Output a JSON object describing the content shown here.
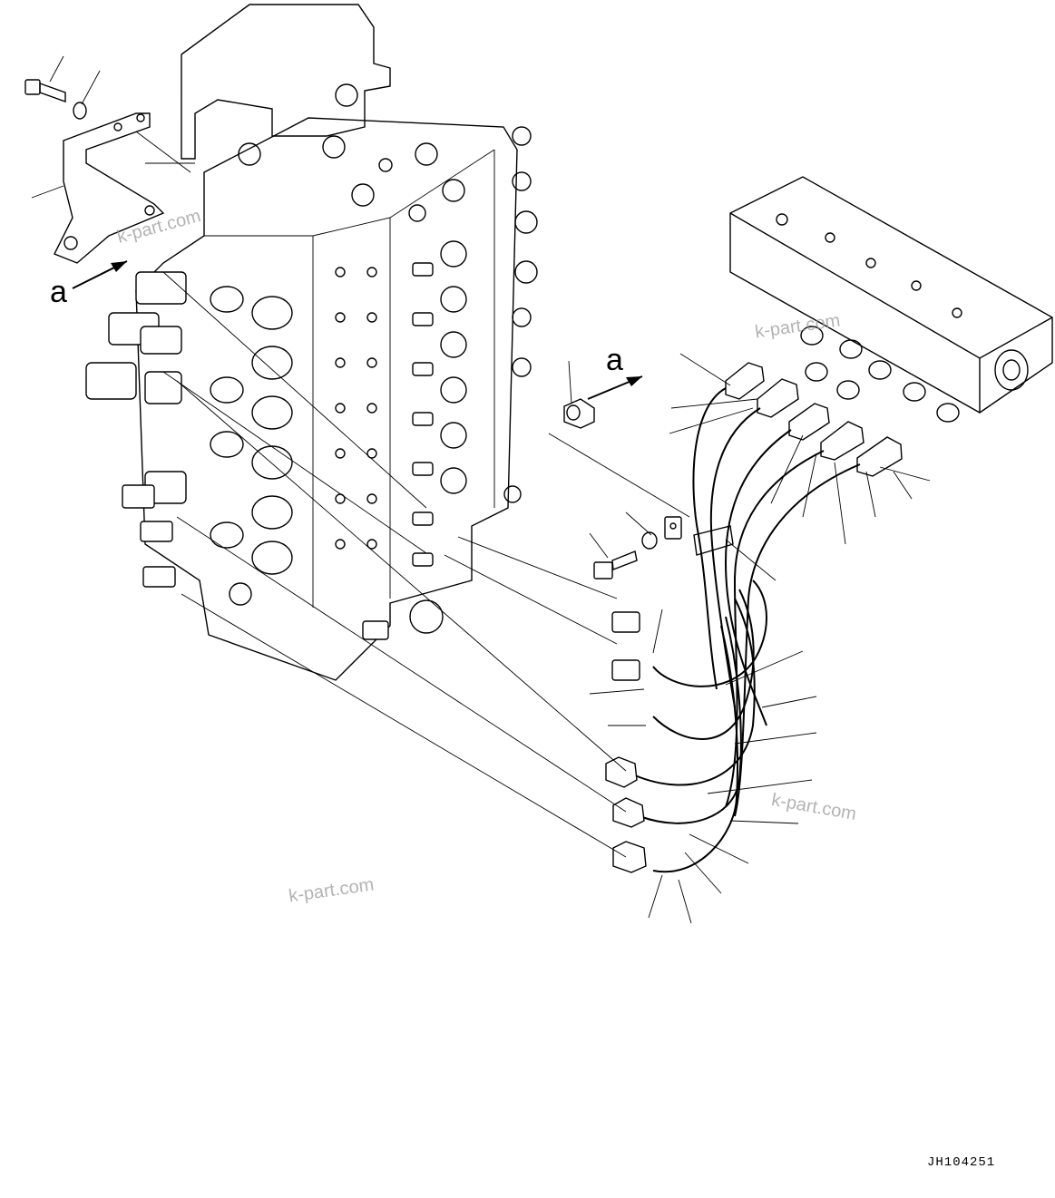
{
  "labels": {
    "view_arrow_left": "a",
    "view_arrow_right": "a"
  },
  "watermark": {
    "text": "k-part.com"
  },
  "drawing_code": "JH104251"
}
